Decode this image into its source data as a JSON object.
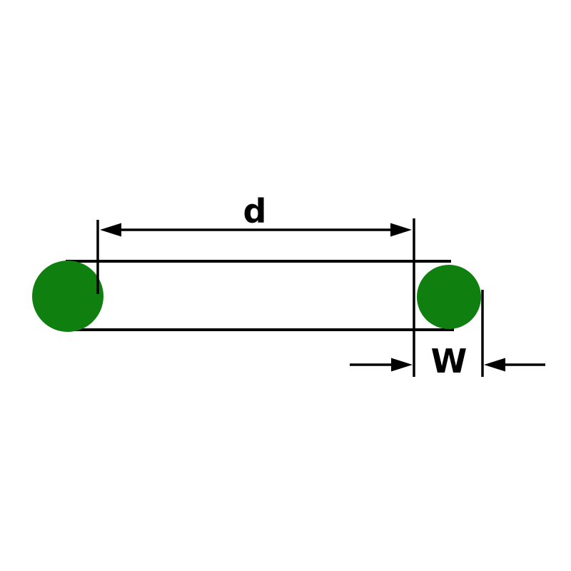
{
  "diagram": {
    "kind": "o-ring dimension drawing",
    "labels": {
      "inner_diameter": "d",
      "cross_section_width": "W"
    },
    "colors": {
      "ring_green": "#0f800f",
      "line_black": "#000000",
      "background_white": "#ffffff"
    }
  }
}
